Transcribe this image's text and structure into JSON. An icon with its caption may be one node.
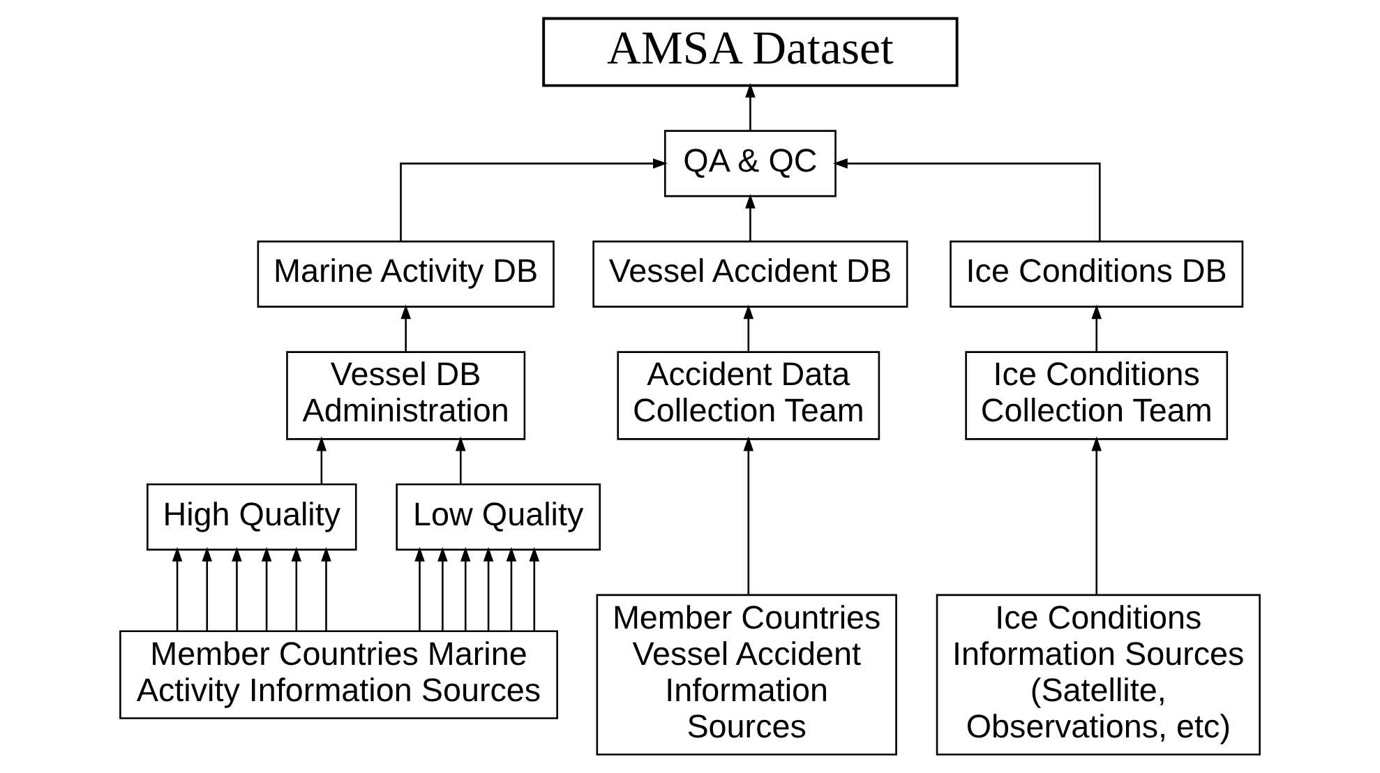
{
  "diagram": {
    "nodes": [
      {
        "text": [
          "AMSA Dataset"
        ]
      },
      {
        "text": [
          "QA & QC"
        ]
      },
      {
        "text": [
          "Marine Activity DB"
        ]
      },
      {
        "text": [
          "Vessel Accident DB"
        ]
      },
      {
        "text": [
          "Ice Conditions DB"
        ]
      },
      {
        "text": [
          "Vessel DB Administration"
        ]
      },
      {
        "text": [
          "Accident Data Collection Team"
        ]
      },
      {
        "text": [
          "Ice Conditions Collection Team"
        ]
      },
      {
        "text": [
          "High Quality"
        ]
      },
      {
        "text": [
          "Low Quality"
        ]
      },
      {
        "text": [
          "Member Countries Marine Activity Information Sources"
        ]
      },
      {
        "text": [
          "Member Countries Vessel Accident Information Sources"
        ]
      },
      {
        "text": [
          "Ice Conditions Information Sources (Satellite, Observations, etc)"
        ]
      }
    ],
    "edges": [
      {
        "from": 1,
        "to": 0,
        "arrow": "to"
      },
      {
        "from": 2,
        "to": 1,
        "arrow": "to"
      },
      {
        "from": 3,
        "to": 1,
        "arrow": "to"
      },
      {
        "from": 4,
        "to": 1,
        "arrow": "to"
      },
      {
        "from": 5,
        "to": 2,
        "arrow": "to"
      },
      {
        "from": 6,
        "to": 3,
        "arrow": "to"
      },
      {
        "from": 7,
        "to": 4,
        "arrow": "to"
      },
      {
        "from": 8,
        "to": 5,
        "arrow": "to"
      },
      {
        "from": 9,
        "to": 5,
        "arrow": "to"
      },
      {
        "from": 11,
        "to": 6,
        "arrow": "to"
      },
      {
        "from": 12,
        "to": 7,
        "arrow": "to"
      },
      {
        "from": 10,
        "to": 8,
        "arrow": "to"
      },
      {
        "from": 10,
        "to": 8,
        "arrow": "to"
      },
      {
        "from": 10,
        "to": 8,
        "arrow": "to"
      },
      {
        "from": 10,
        "to": 8,
        "arrow": "to"
      },
      {
        "from": 10,
        "to": 8,
        "arrow": "to"
      },
      {
        "from": 10,
        "to": 8,
        "arrow": "to"
      },
      {
        "from": 10,
        "to": 9,
        "arrow": "to"
      },
      {
        "from": 10,
        "to": 9,
        "arrow": "to"
      },
      {
        "from": 10,
        "to": 9,
        "arrow": "to"
      },
      {
        "from": 10,
        "to": 9,
        "arrow": "to"
      },
      {
        "from": 10,
        "to": 9,
        "arrow": "to"
      },
      {
        "from": 10,
        "to": 9,
        "arrow": "to"
      }
    ]
  }
}
